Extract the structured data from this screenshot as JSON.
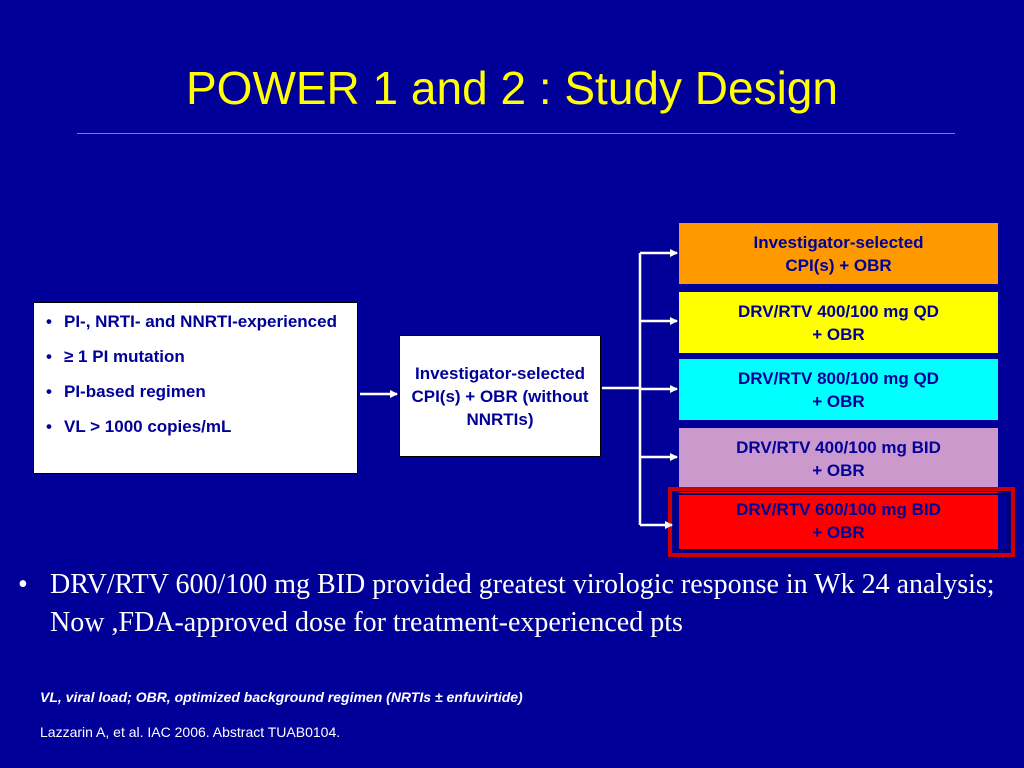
{
  "slide": {
    "title": "POWER 1 and 2 : Study Design"
  },
  "criteria": {
    "items": [
      "PI-, NRTI- and NNRTI-experienced",
      "≥ 1 PI mutation",
      "PI-based regimen",
      "VL > 1000 copies/mL"
    ],
    "bullet": "•"
  },
  "lead_in": {
    "label": "Investigator-selected CPI(s) + OBR (without NNRTIs)"
  },
  "arms": [
    {
      "line1": "Investigator-selected",
      "line2": "CPI(s) + OBR",
      "color": "#ff9900"
    },
    {
      "line1": "DRV/RTV 400/100 mg QD",
      "line2": "+ OBR",
      "color": "#ffff00"
    },
    {
      "line1": "DRV/RTV 800/100 mg QD",
      "line2": "+ OBR",
      "color": "#00ffff"
    },
    {
      "line1": "DRV/RTV 400/100 mg BID",
      "line2": "+ OBR",
      "color": "#cc99cc"
    },
    {
      "line1": "DRV/RTV 600/100 mg BID",
      "line2": "+ OBR",
      "color": "#ff0000",
      "highlighted": true
    }
  ],
  "conclusion": {
    "bullet": "•",
    "text": "DRV/RTV 600/100 mg BID provided greatest virologic response in Wk 24 analysis; Now ,FDA-approved dose for treatment-experienced pts"
  },
  "footnote": {
    "abbreviations": "VL, viral load; OBR, optimized background regimen (NRTIs ± enfuvirtide)",
    "citation": "Lazzarin A, et al. IAC 2006. Abstract TUAB0104."
  },
  "colors": {
    "background": "#000099",
    "title": "#ffff00",
    "box_text": "#000099",
    "highlight_border": "#cc0000"
  }
}
